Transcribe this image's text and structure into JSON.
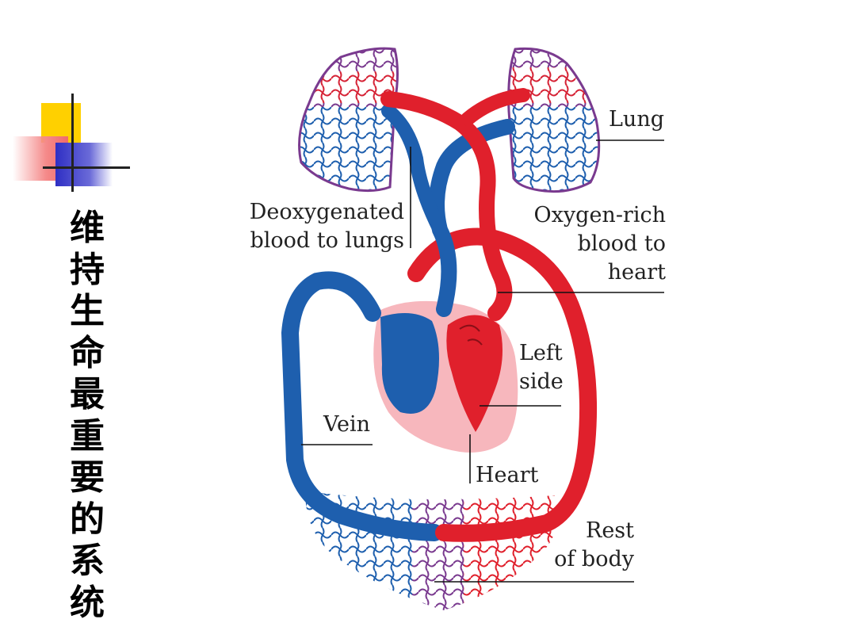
{
  "slide": {
    "title_chars": [
      "维",
      "持",
      "生",
      "命",
      "最",
      "重",
      "要",
      "的",
      "系",
      "统"
    ]
  },
  "diagram": {
    "labels": {
      "lung": "Lung",
      "deoxygenated_1": "Deoxygenated",
      "deoxygenated_2": "blood to lungs",
      "oxygen_1": "Oxygen-rich",
      "oxygen_2": "blood to",
      "oxygen_3": "heart",
      "left_1": "Left",
      "left_2": "side",
      "vein": "Vein",
      "heart": "Heart",
      "rest_1": "Rest",
      "rest_2": "of body"
    },
    "colors": {
      "oxygenated": "#e0202c",
      "deoxygenated": "#1e5fae",
      "heart_background": "#f7b7bd",
      "capillary_mix": "#7a3a8f",
      "leader_line": "#111111"
    }
  },
  "decoration": {
    "colors": {
      "yellow": "#ffd000",
      "red": "#f06a6a",
      "blue": "#3a3acc",
      "line": "#222222"
    }
  }
}
